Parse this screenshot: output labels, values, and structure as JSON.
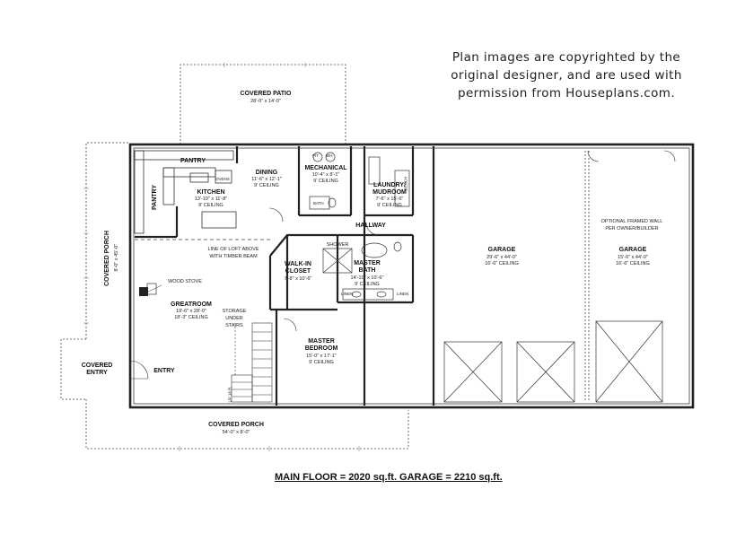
{
  "notice": {
    "line1": "Plan images are copyrighted by the",
    "line2": "original designer, and are used with",
    "line3": "permission from Houseplans.com."
  },
  "summary": "MAIN FLOOR = 2020 sq.ft.   GARAGE = 2210 sq.ft.",
  "rooms": {
    "covered_patio": {
      "name": "COVERED PATIO",
      "size": "28'-0\" x 14'-0\""
    },
    "pantry_top": {
      "name": "PANTRY"
    },
    "pantry_side": {
      "name": "PANTRY"
    },
    "ovens": {
      "name": "OVENS"
    },
    "kitchen": {
      "name": "KITCHEN",
      "size": "13'-10\" x 11'-8\"",
      "ceiling": "9' CEILING"
    },
    "dining": {
      "name": "DINING",
      "size": "11'-6\" x 12'-1\"",
      "ceiling": "9' CEILING"
    },
    "mechanical": {
      "name": "MECHANICAL",
      "size": "10'-4\" x 8'-1\"",
      "ceiling": "9' CEILING"
    },
    "bath": {
      "name": "BATH"
    },
    "pit": {
      "name": "PIT"
    },
    "wh": {
      "name": "WH"
    },
    "laundry": {
      "name1": "LAUNDRY/",
      "name2": "MUDROOM",
      "size": "7'-6\" x 15'-6\"",
      "ceiling": "9' CEILING"
    },
    "bench": {
      "name": "BENCH"
    },
    "hallway": {
      "name": "HALLWAY"
    },
    "loft_note": {
      "line1": "LINE OF LOFT ABOVE",
      "line2": "WITH TIMBER BEAM"
    },
    "walkin": {
      "name1": "WALK-IN",
      "name2": "CLOSET",
      "size": "7'-8\" x 10'-6\""
    },
    "shower": {
      "name": "SHOWER"
    },
    "master_bath": {
      "name1": "MASTER",
      "name2": "BATH",
      "size": "14'-10\" x 10'-6\"",
      "ceiling": "9' CEILING"
    },
    "linen1": {
      "name": "LINEN"
    },
    "linen2": {
      "name": "LINEN"
    },
    "wood_stove": {
      "name": "WOOD STOVE"
    },
    "greatroom": {
      "name": "GREATROOM",
      "size": "19'-6\" x 28'-0\"",
      "ceiling": "18'-3\" CEILING"
    },
    "storage": {
      "line1": "STORAGE",
      "line2": "UNDER",
      "line3": "STAIRS"
    },
    "master_bedroom": {
      "name1": "MASTER",
      "name2": "BEDROOM",
      "size": "15'-0\" x 17'-1\"",
      "ceiling": "9' CEILING"
    },
    "entry": {
      "name": "ENTRY"
    },
    "up_stairs": {
      "name": "UP 16 R."
    },
    "covered_porch_side": {
      "name": "COVERED PORCH",
      "size": "8'-0\" x 45'-0\""
    },
    "covered_entry": {
      "line1": "COVERED",
      "line2": "ENTRY"
    },
    "covered_porch_bottom": {
      "name": "COVERED PORCH",
      "size": "54'-0\" x 8'-0\""
    },
    "garage1": {
      "name": "GARAGE",
      "size": "29'-6\" x 44'-0\"",
      "ceiling": "16'-6\" CEILING"
    },
    "garage2": {
      "name": "GARAGE",
      "size": "15'-6\" x 44'-0\"",
      "ceiling": "16'-6\" CEILING"
    },
    "framed_wall": {
      "line1": "OPTIONAL FRAMED WALL",
      "line2": "PER OWNER/BUILDER"
    }
  }
}
